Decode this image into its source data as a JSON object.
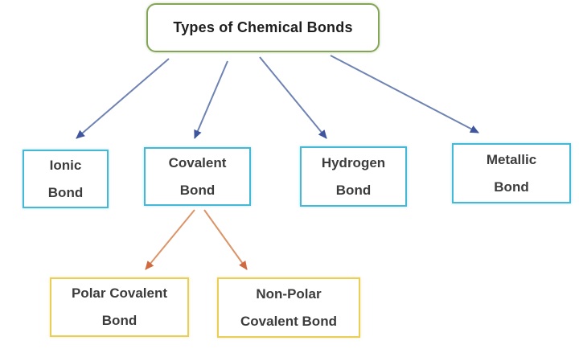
{
  "diagram": {
    "title": "Types of Chemical Bonds",
    "nodes": [
      {
        "id": "ionic",
        "level": 1,
        "line1": "Ionic",
        "line2": "Bond"
      },
      {
        "id": "covalent",
        "level": 1,
        "line1": "Covalent",
        "line2": "Bond"
      },
      {
        "id": "hydrogen",
        "level": 1,
        "line1": "Hydrogen",
        "line2": "Bond"
      },
      {
        "id": "metallic",
        "level": 1,
        "line1": "Metallic",
        "line2": "Bond"
      },
      {
        "id": "polar",
        "level": 2,
        "line1": "Polar Covalent",
        "line2": "Bond"
      },
      {
        "id": "nonpolar",
        "level": 2,
        "line1": "Non-Polar",
        "line2": "Covalent Bond"
      }
    ],
    "edges": [
      {
        "from": "Types of Chemical Bonds",
        "to": "Ionic Bond",
        "color": "blue"
      },
      {
        "from": "Types of Chemical Bonds",
        "to": "Covalent Bond",
        "color": "blue"
      },
      {
        "from": "Types of Chemical Bonds",
        "to": "Hydrogen Bond",
        "color": "blue"
      },
      {
        "from": "Types of Chemical Bonds",
        "to": "Metallic Bond",
        "color": "blue"
      },
      {
        "from": "Covalent Bond",
        "to": "Polar Covalent Bond",
        "color": "orange"
      },
      {
        "from": "Covalent Bond",
        "to": "Non-Polar Covalent Bond",
        "color": "orange"
      }
    ],
    "colors": {
      "background": "#ffffff",
      "root_border": "#84a458",
      "level1_border": "#44b8d5",
      "level2_border": "#e9ce58",
      "arrow_blue": "#6f83b3",
      "arrow_blue_head": "#3f569f",
      "arrow_orange": "#dc9468",
      "arrow_orange_head": "#cf6a40",
      "text": "#3c3c3c",
      "title_text": "#1f1f1f"
    }
  }
}
